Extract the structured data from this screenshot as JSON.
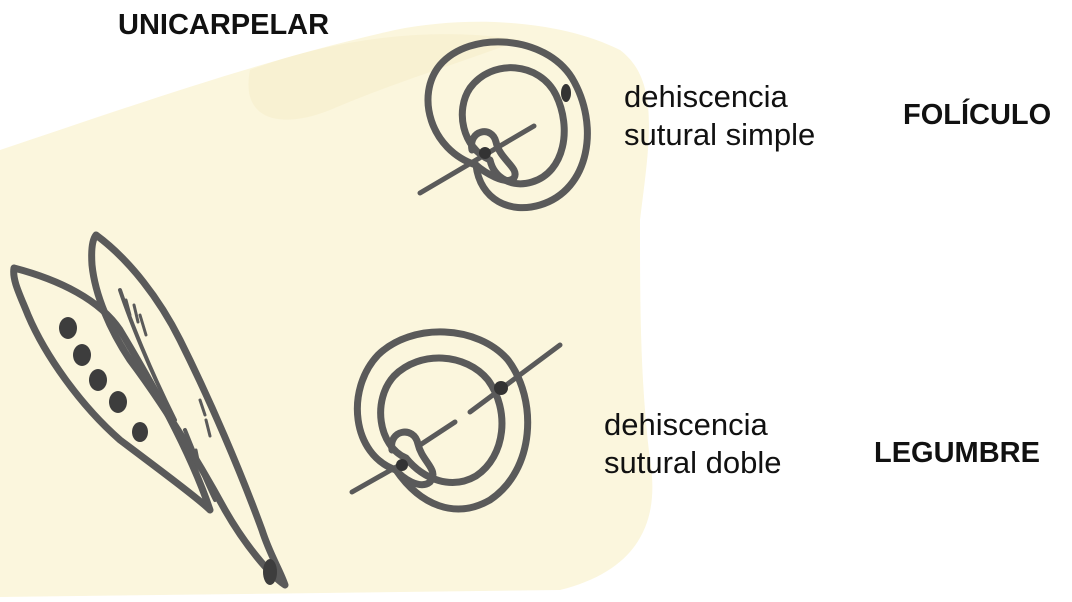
{
  "title": "UNICARPELAR",
  "folliculo": {
    "desc_line1": "dehiscencia",
    "desc_line2": "sutural simple",
    "name": "FOLÍCULO"
  },
  "legumbre": {
    "desc_line1": "dehiscencia",
    "desc_line2": "sutural doble",
    "name": "LEGUMBRE"
  },
  "colors": {
    "paper": "#fbf6dd",
    "ink": "#5a5a5a",
    "text": "#111111"
  }
}
